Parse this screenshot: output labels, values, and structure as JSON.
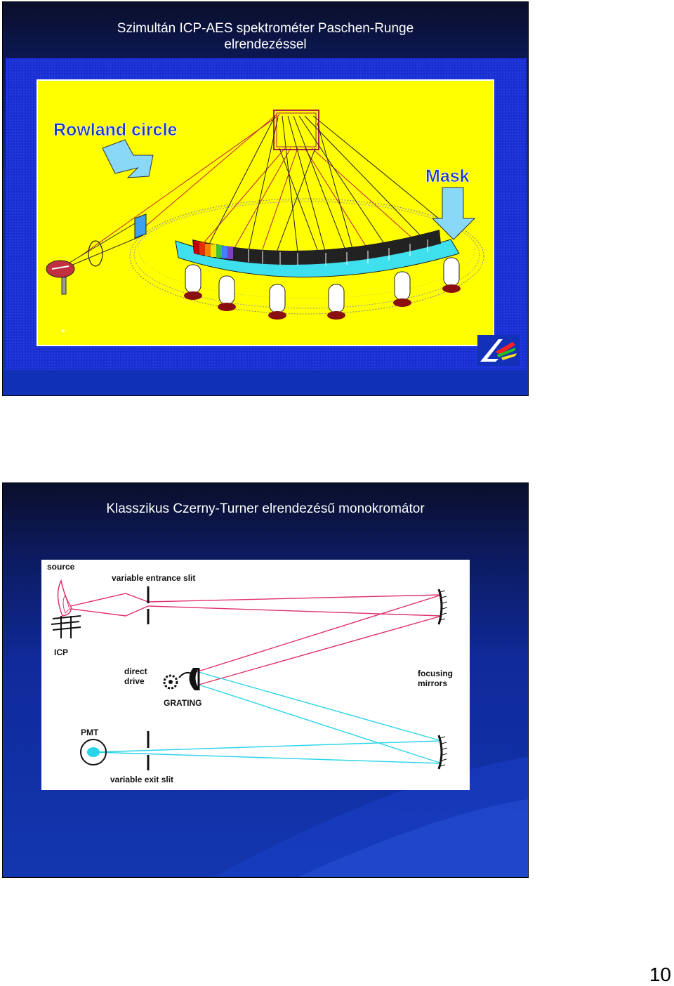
{
  "slide1": {
    "title_line1": "Szimultán ICP-AES spektrométer Paschen-Runge",
    "title_line2": "elrendezéssel",
    "labels": {
      "rowland": "Rowland circle",
      "mask": "Mask"
    }
  },
  "slide2": {
    "title": "Klasszikus Czerny-Turner elrendezésű monokromátor",
    "labels": {
      "source": "source",
      "entrance_slit": "variable entrance slit",
      "icp": "ICP",
      "direct_drive_1": "direct",
      "direct_drive_2": "drive",
      "grating": "GRATING",
      "focusing_1": "focusing",
      "focusing_2": "mirrors",
      "pmt": "PMT",
      "exit_slit": "variable exit slit"
    }
  },
  "page_number": "10",
  "colors": {
    "slide_dark": "#0a0f2a",
    "slide_blue": "#1336b0",
    "figure_yellow": "#ffff00",
    "ray_red": "#e0306a",
    "ray_cyan": "#2ad4e8",
    "mount_cyan": "#3fe0ee",
    "holder_dark_red": "#8a1010"
  }
}
